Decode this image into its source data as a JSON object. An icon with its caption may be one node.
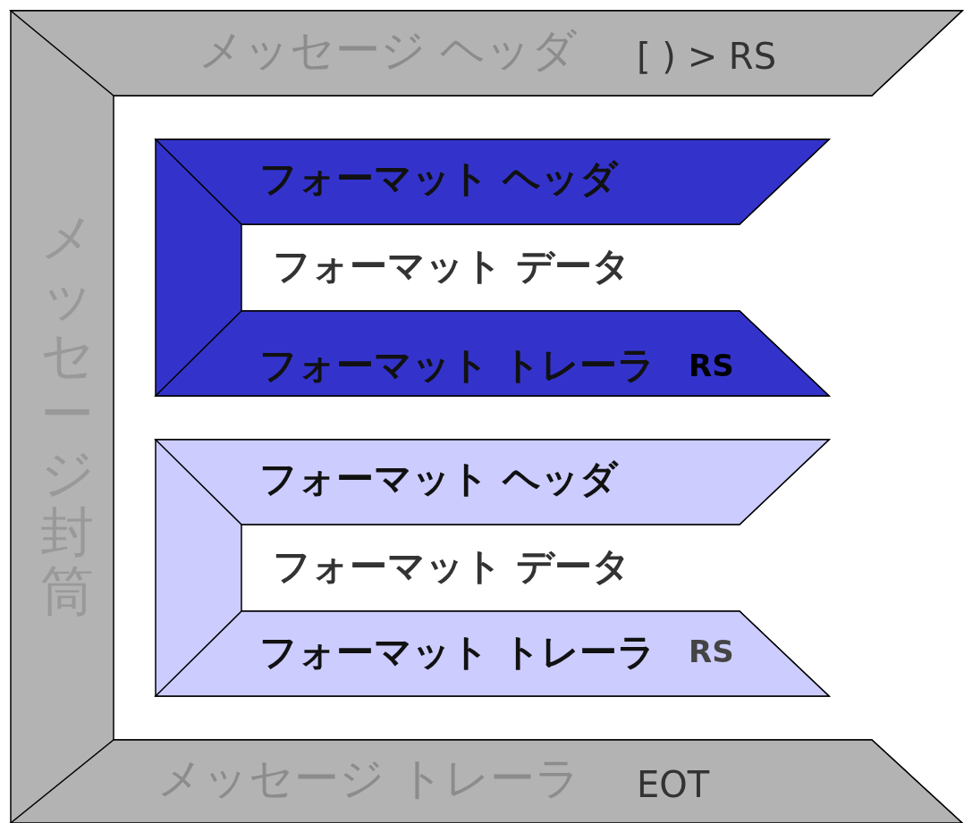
{
  "diagram": {
    "nodes": [
      {
        "text": [
          "メッセージ封筒"
        ]
      },
      {
        "text": [
          "メッセージ ヘッダ",
          "[ ) > RS"
        ],
        "in": 0
      },
      {
        "text": [],
        "shape": "box",
        "in": 0
      },
      {
        "text": [
          "フォーマット ヘッダ"
        ],
        "in": 2
      },
      {
        "text": [
          "フォーマット データ"
        ],
        "in": 2
      },
      {
        "text": [
          "フォーマット トレーラ",
          "RS"
        ],
        "in": 2
      },
      {
        "text": [],
        "shape": "box",
        "in": 0
      },
      {
        "text": [
          "フォーマット ヘッダ"
        ],
        "in": 6
      },
      {
        "text": [
          "フォーマット データ"
        ],
        "in": 6
      },
      {
        "text": [
          "フォーマット トレーラ",
          "RS"
        ],
        "in": 6
      },
      {
        "text": [
          "メッセージ トレーラ",
          "EOT"
        ],
        "in": 0
      }
    ]
  }
}
